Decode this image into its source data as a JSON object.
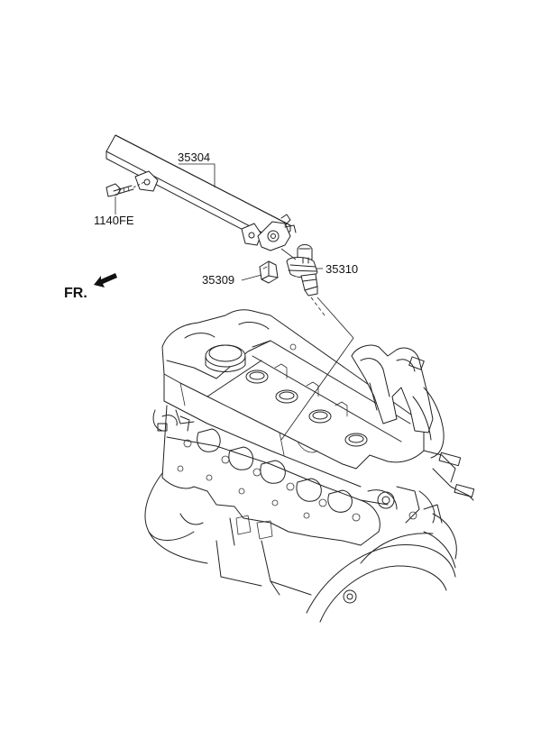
{
  "labels": {
    "fuel_rail": "35304",
    "bolt": "1140FE",
    "clip": "35309",
    "injector": "35310",
    "front": "FR."
  }
}
